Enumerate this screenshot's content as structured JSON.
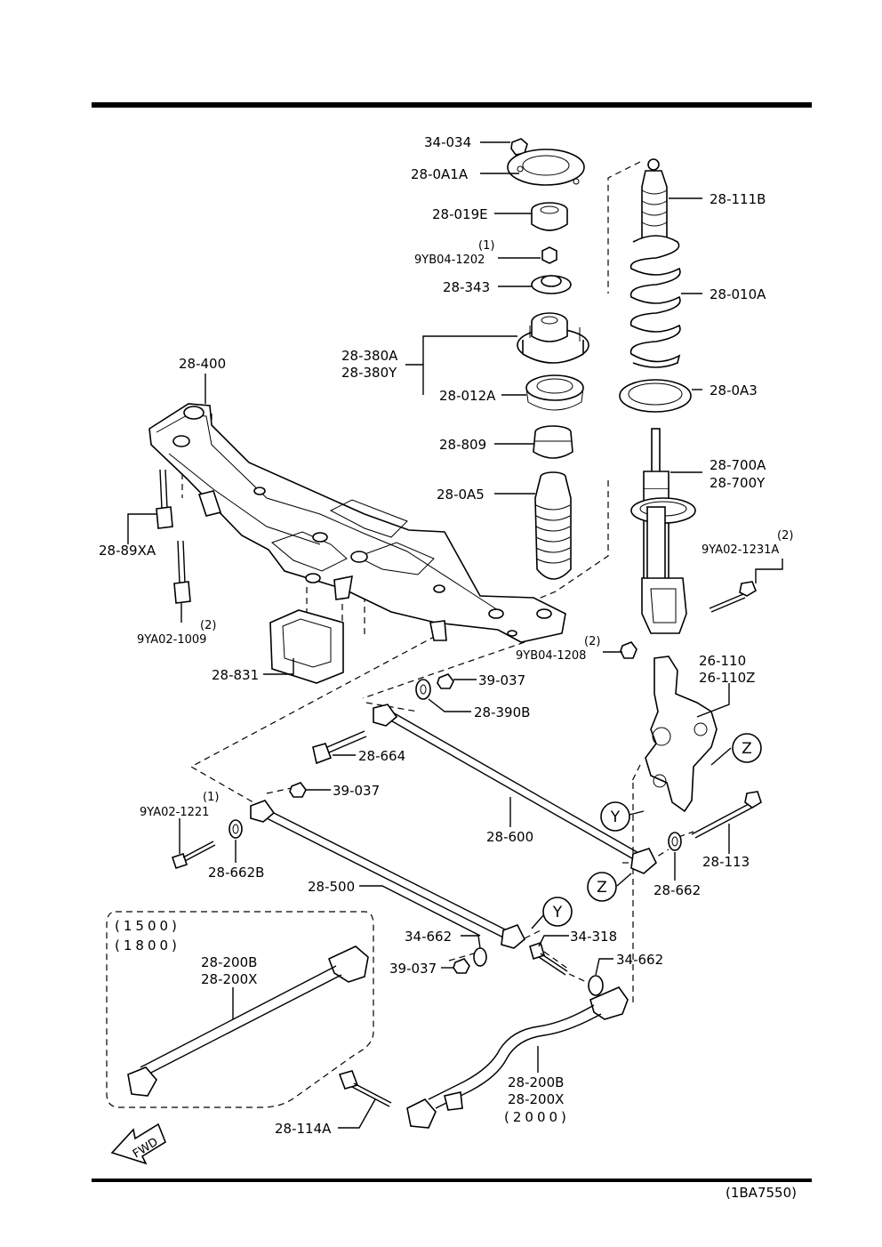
{
  "figure_code": "(1BA7550)",
  "fwd_label": "FWD",
  "labels": {
    "p34_034": "34-034",
    "p28_0A1A": "28-0A1A",
    "p28_019E": "28-019E",
    "q1a": "(1)",
    "p9YB04_1202": "9YB04-1202",
    "p28_343": "28-343",
    "p28_380A": "28-380A",
    "p28_380Y": "28-380Y",
    "p28_012A": "28-012A",
    "p28_809": "28-809",
    "p28_0A5": "28-0A5",
    "p28_111B": "28-111B",
    "p28_010A": "28-010A",
    "p28_0A3": "28-0A3",
    "p28_700A": "28-700A",
    "p28_700Y": "28-700Y",
    "q2a": "(2)",
    "p9YA02_1231A": "9YA02-1231A",
    "p28_400": "28-400",
    "p28_89XA": "28-89XA",
    "q2b": "(2)",
    "p9YA02_1009": "9YA02-1009",
    "p28_831": "28-831",
    "q2c": "(2)",
    "p9YB04_1208": "9YB04-1208",
    "p26_110": "26-110",
    "p26_110Z": "26-110Z",
    "p39_037a": "39-037",
    "p28_390B": "28-390B",
    "p28_664": "28-664",
    "q1b": "(1)",
    "p9YA02_1221": "9YA02-1221",
    "p39_037b": "39-037",
    "p28_662B": "28-662B",
    "p28_600": "28-600",
    "p28_113": "28-113",
    "p28_662": "28-662",
    "p28_500": "28-500",
    "p34_662a": "34-662",
    "p34_318": "34-318",
    "p39_037c": "39-037",
    "p34_662b": "34-662",
    "p28_200B_a": "28-200B",
    "p28_200X_a": "28-200X",
    "v1500": "(1500)",
    "v1800": "(1800)",
    "p28_200B_b": "28-200B",
    "p28_200X_b": "28-200X",
    "v2000": "(2000)",
    "p28_114A": "28-114A"
  },
  "callouts": {
    "z_top": "Z",
    "y_mid": "Y",
    "z_low": "Z",
    "y_low": "Y"
  }
}
